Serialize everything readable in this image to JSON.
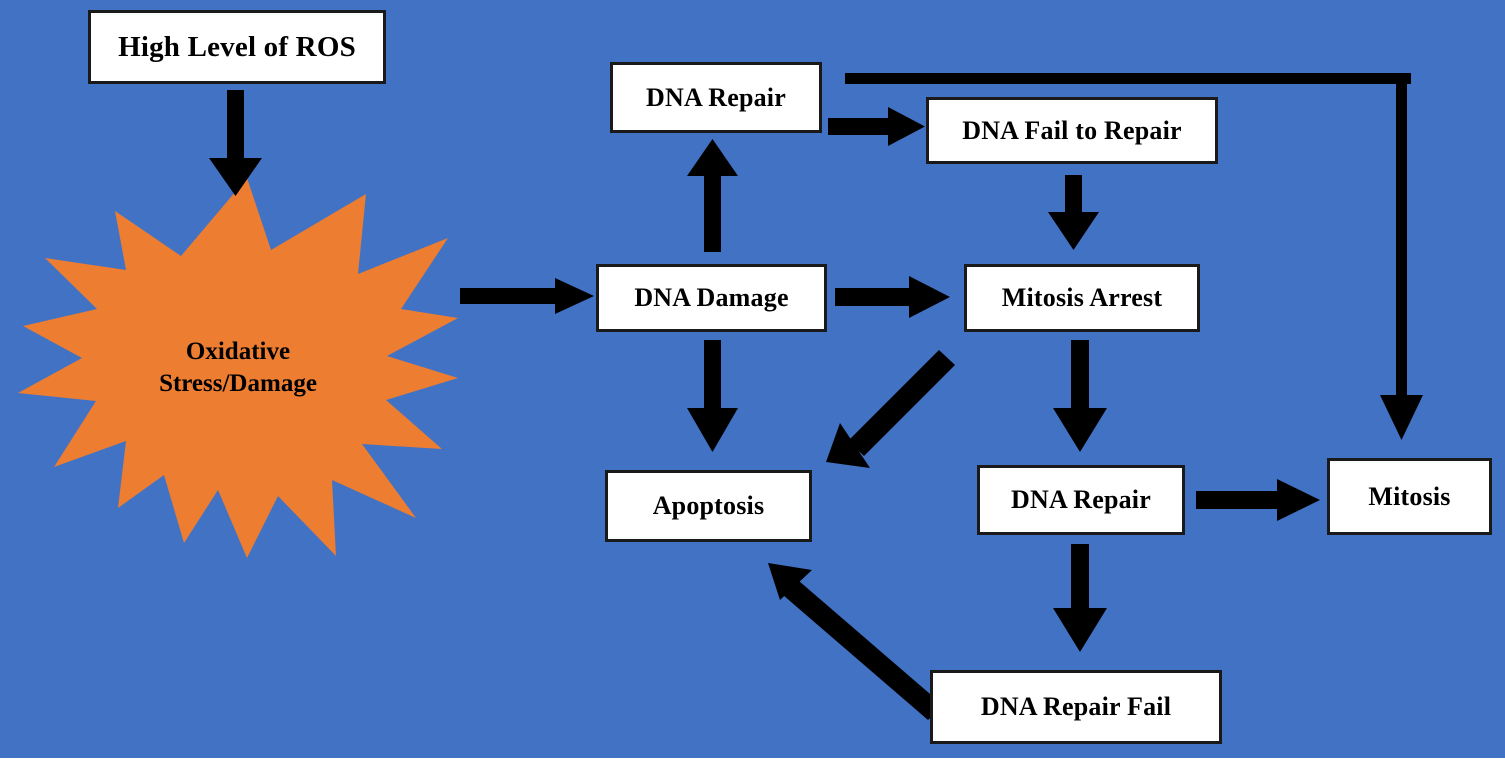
{
  "figure": {
    "title": "Oxidative stress DNA damage response flowchart",
    "background_color": "#4272c4",
    "burst_color": "#ED7D31",
    "node_fill": "#ffffff",
    "node_border": "#1a1a1a",
    "arrow_color": "#000000"
  },
  "nodes": {
    "high_level_ros": {
      "label": "High Level of ROS"
    },
    "oxidative_stress": {
      "label_line1": "Oxidative",
      "label_line2": "Stress/Damage"
    },
    "dna_damage": {
      "label": "DNA Damage"
    },
    "dna_repair_top": {
      "label": "DNA Repair"
    },
    "dna_fail_to_repair": {
      "label": "DNA Fail to Repair"
    },
    "mitosis_arrest": {
      "label": "Mitosis Arrest"
    },
    "apoptosis": {
      "label": "Apoptosis"
    },
    "dna_repair_bottom": {
      "label": "DNA Repair"
    },
    "dna_repair_fail": {
      "label": "DNA Repair Fail"
    },
    "mitosis": {
      "label": "Mitosis"
    }
  },
  "edges": [
    {
      "name": "ros-to-oxidative-stress",
      "from": "high_level_ros",
      "to": "oxidative_stress",
      "direction": "down"
    },
    {
      "name": "oxidative-stress-to-dna-damage",
      "from": "oxidative_stress",
      "to": "dna_damage",
      "direction": "right"
    },
    {
      "name": "dna-damage-to-dna-repair",
      "from": "dna_damage",
      "to": "dna_repair_top",
      "direction": "up"
    },
    {
      "name": "dna-repair-to-dna-fail-to-repair",
      "from": "dna_repair_top",
      "to": "dna_fail_to_repair",
      "direction": "right"
    },
    {
      "name": "dna-repair-to-mitosis",
      "from": "dna_repair_top",
      "to": "mitosis",
      "direction": "elbow-right-down"
    },
    {
      "name": "dna-fail-to-repair-to-mitosis-arrest",
      "from": "dna_fail_to_repair",
      "to": "mitosis_arrest",
      "direction": "down"
    },
    {
      "name": "dna-damage-to-mitosis-arrest",
      "from": "dna_damage",
      "to": "mitosis_arrest",
      "direction": "right"
    },
    {
      "name": "dna-damage-to-apoptosis",
      "from": "dna_damage",
      "to": "apoptosis",
      "direction": "down"
    },
    {
      "name": "mitosis-arrest-to-apoptosis",
      "from": "mitosis_arrest",
      "to": "apoptosis",
      "direction": "diagonal-down-left"
    },
    {
      "name": "mitosis-arrest-to-dna-repair",
      "from": "mitosis_arrest",
      "to": "dna_repair_bottom",
      "direction": "down"
    },
    {
      "name": "dna-repair-to-mitosis-right",
      "from": "dna_repair_bottom",
      "to": "mitosis",
      "direction": "right"
    },
    {
      "name": "dna-repair-to-dna-repair-fail",
      "from": "dna_repair_bottom",
      "to": "dna_repair_fail",
      "direction": "down"
    },
    {
      "name": "dna-repair-fail-to-apoptosis",
      "from": "dna_repair_fail",
      "to": "apoptosis",
      "direction": "diagonal-up-left"
    }
  ]
}
